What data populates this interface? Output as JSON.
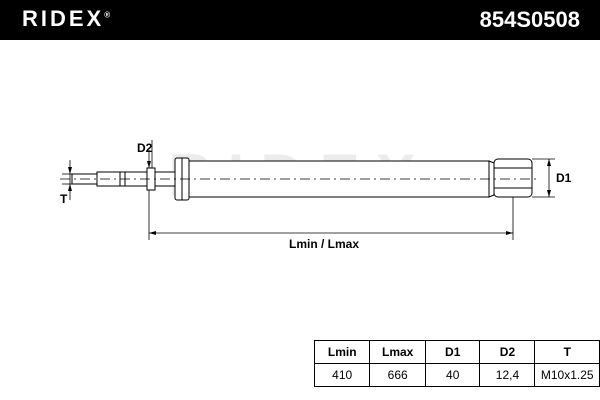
{
  "header": {
    "brand": "RIDEX",
    "brand_mark": "®",
    "part_number": "854S0508"
  },
  "drawing": {
    "watermark": "RIDEX",
    "labels": {
      "d2": "D2",
      "t": "T",
      "d1": "D1",
      "length": "Lmin / Lmax"
    }
  },
  "spec_table": {
    "headers": [
      "Lmin",
      "Lmax",
      "D1",
      "D2",
      "T"
    ],
    "values": [
      "410",
      "666",
      "40",
      "12,4",
      "M10x1.25"
    ]
  }
}
